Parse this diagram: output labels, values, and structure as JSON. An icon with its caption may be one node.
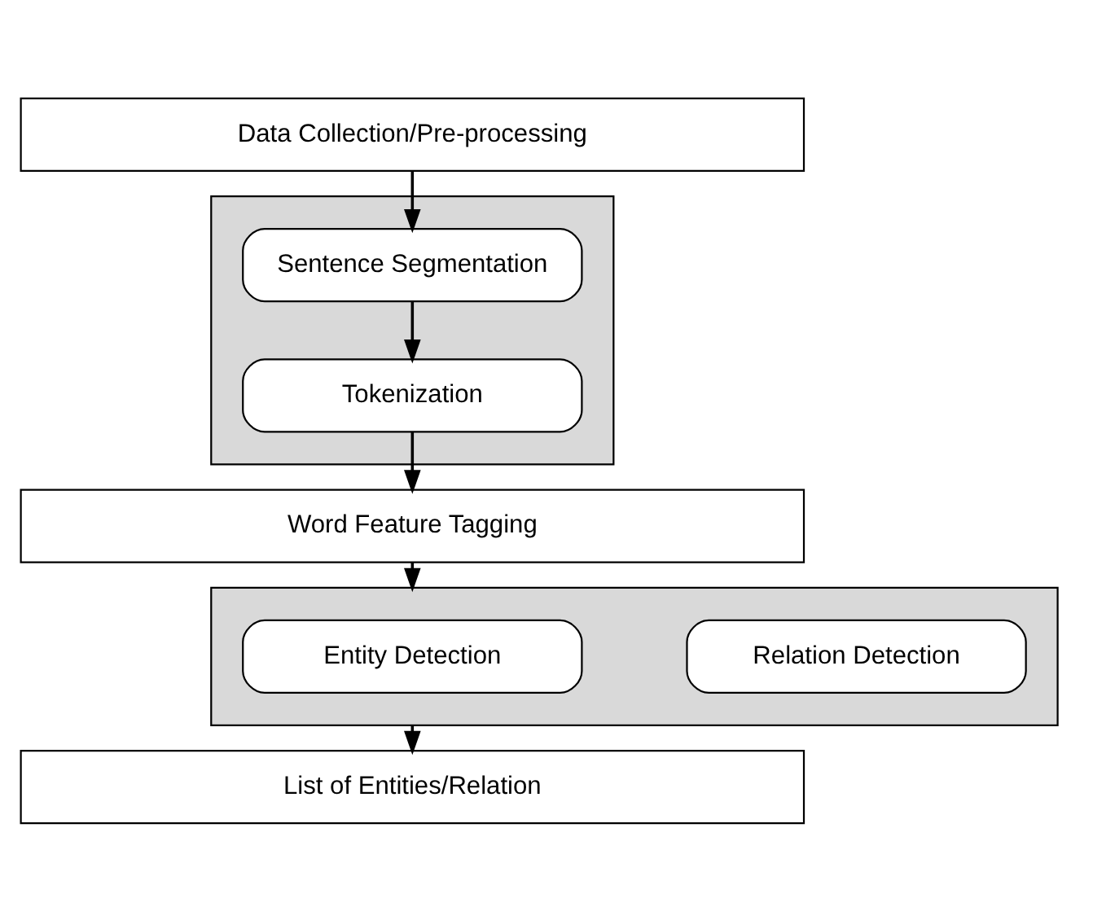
{
  "diagram": {
    "nodes": [
      {
        "text": [
          "Data Collection/Pre-processing"
        ]
      },
      {
        "text": [],
        "shape": "box"
      },
      {
        "text": [
          "Sentence Segmentation"
        ],
        "in": 1
      },
      {
        "text": [
          "Tokenization"
        ],
        "in": 1
      },
      {
        "text": [
          "Word Feature Tagging"
        ]
      },
      {
        "text": [],
        "shape": "box"
      },
      {
        "text": [
          "Entity Detection"
        ],
        "in": 5
      },
      {
        "text": [
          "Relation Detection"
        ],
        "in": 5
      },
      {
        "text": [
          "List of Entities/Relation"
        ]
      }
    ],
    "edges": [
      {
        "from": 0,
        "to": 2,
        "arrow": "to"
      },
      {
        "from": 2,
        "to": 3,
        "arrow": "to"
      },
      {
        "from": 3,
        "to": 4,
        "arrow": "to"
      },
      {
        "from": 4,
        "to": 5,
        "arrow": "to"
      },
      {
        "from": 5,
        "to": 8,
        "arrow": "to"
      }
    ]
  }
}
